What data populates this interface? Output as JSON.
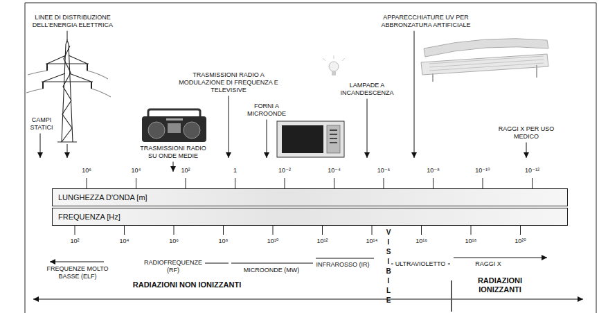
{
  "diagram": {
    "nodes": [
      {
        "text": [
          "LUNGHEZZA D'ONDA [m]"
        ]
      },
      {
        "text": [
          "FREQUENZA [Hz]"
        ]
      }
    ],
    "labels": [
      "LINEE DI DISTRIBUZIONE DELL'ENERGIA ELETTRICA",
      "APPARECCHIATURE UV PER ABBRONZATURA ARTIFICIALE",
      "TRASMISSIONI RADIO A MODULAZIONE DI FREQUENZA E TELEVISIVE",
      "LAMPADE A INCANDESCENZA",
      "FORNI A MICROONDE",
      "CAMPI STATICI",
      "RAGGI X PER USO MEDICO",
      "TRASMISSIONI RADIO SU ONDE MEDIE",
      "10⁶",
      "10⁴",
      "10²",
      "1",
      "10⁻²",
      "10⁻⁴",
      "10⁻⁶",
      "10⁻⁸",
      "10⁻¹⁰",
      "10⁻¹²",
      "10²",
      "10⁴",
      "10⁶",
      "10⁸",
      "10¹⁰",
      "10¹²",
      "10¹⁴",
      "10¹⁶",
      "10¹⁸",
      "10²⁰",
      "VISIBILE",
      "FREQUENZE MOLTO BASSE (ELF)",
      "RADIOFREQUENZE (RF)",
      "MICROONDE (MW)",
      "INFRAROSSO (IR)",
      "ULTRAVIOLETTO",
      "RAGGI X",
      "RADIAZIONI NON IONIZZANTI",
      "RADIAZIONI IONIZZANTI"
    ]
  }
}
